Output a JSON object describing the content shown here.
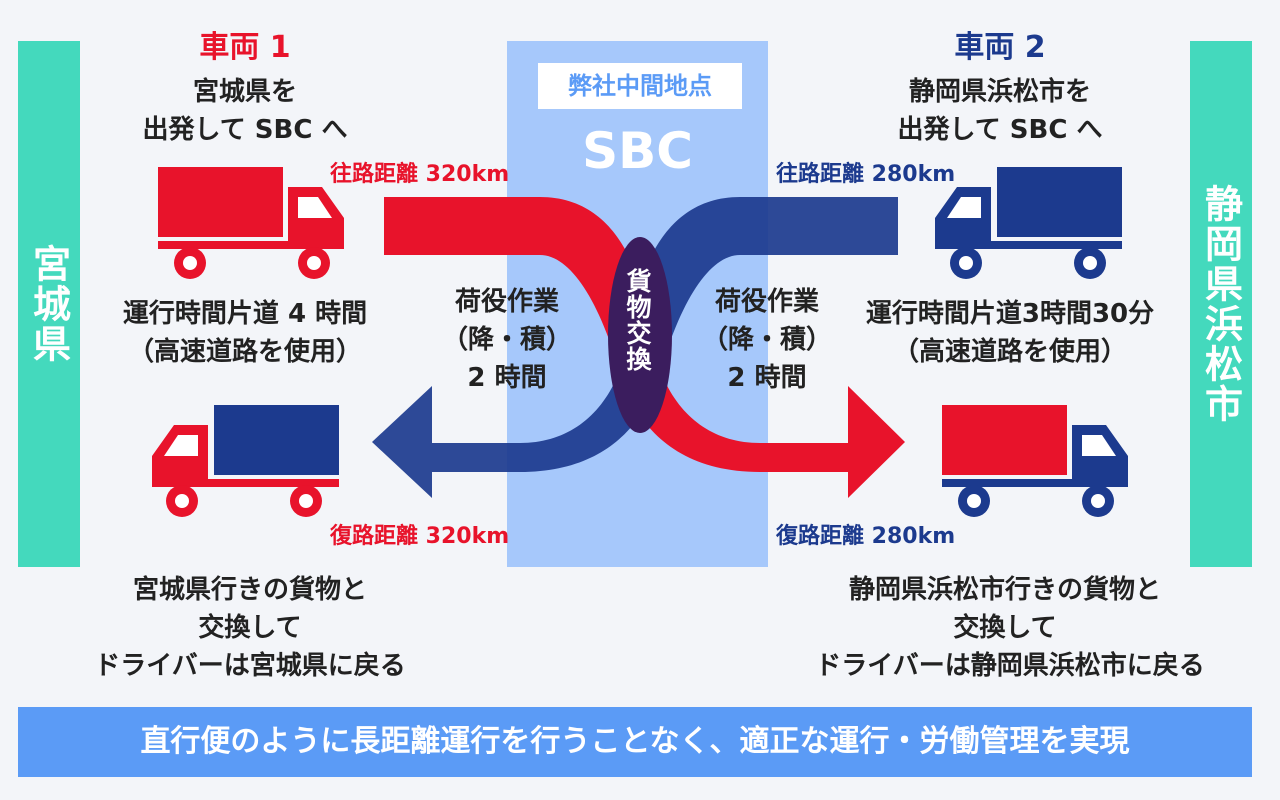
{
  "left_region": {
    "label": "宮城県"
  },
  "right_region": {
    "label": "静岡県浜松市"
  },
  "center": {
    "tag": "弊社中間地点",
    "name": "SBC",
    "exchange_label": "貨物交換"
  },
  "vehicle1": {
    "title": "車両 1",
    "origin_line1": "宮城県を",
    "origin_line2": "出発して SBC へ",
    "outbound_distance": "往路距離 320km",
    "return_distance": "復路距離 320km",
    "run_time_line1": "運行時間片道 4 時間",
    "run_time_line2": "（高速道路を使用）",
    "work_line1": "荷役作業",
    "work_line2": "（降・積）",
    "work_line3": "2 時間",
    "return_line1": "宮城県行きの貨物と",
    "return_line2": "交換して",
    "return_line3": "ドライバーは宮城県に戻る"
  },
  "vehicle2": {
    "title": "車両 2",
    "origin_line1": "静岡県浜松市を",
    "origin_line2": "出発して SBC へ",
    "outbound_distance": "往路距離 280km",
    "return_distance": "復路距離 280km",
    "run_time_line1": "運行時間片道3時間30分",
    "run_time_line2": "（高速道路を使用）",
    "work_line1": "荷役作業",
    "work_line2": "（降・積）",
    "work_line3": "2 時間",
    "return_line1": "静岡県浜松市行きの貨物と",
    "return_line2": "交換して",
    "return_line3": "ドライバーは静岡県浜松市に戻る"
  },
  "footer": {
    "text": "直行便のように長距離運行を行うことなく、適正な運行・労働管理を実現"
  },
  "colors": {
    "red": "#e8132b",
    "navy": "#1c3a8e",
    "teal": "#44d9bd",
    "sbc_band": "#a6c8fb",
    "footer": "#5b9bf6"
  }
}
